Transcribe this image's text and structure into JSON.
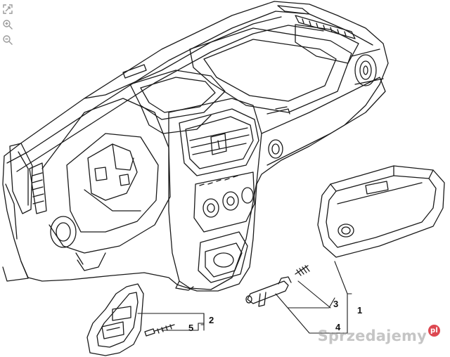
{
  "toolbar": {
    "icons": [
      "fullscreen-icon",
      "zoom-in-icon",
      "zoom-out-icon"
    ]
  },
  "diagram": {
    "callouts": {
      "part_1": "1",
      "part_2": "2",
      "part_3": "3",
      "part_4": "4",
      "part_5": "5"
    }
  },
  "watermark": {
    "text": "Sprzedajemy",
    "badge": "pl"
  },
  "colors": {
    "line": "#1a1a1a",
    "background": "#ffffff",
    "icon": "#9a9a9a"
  }
}
